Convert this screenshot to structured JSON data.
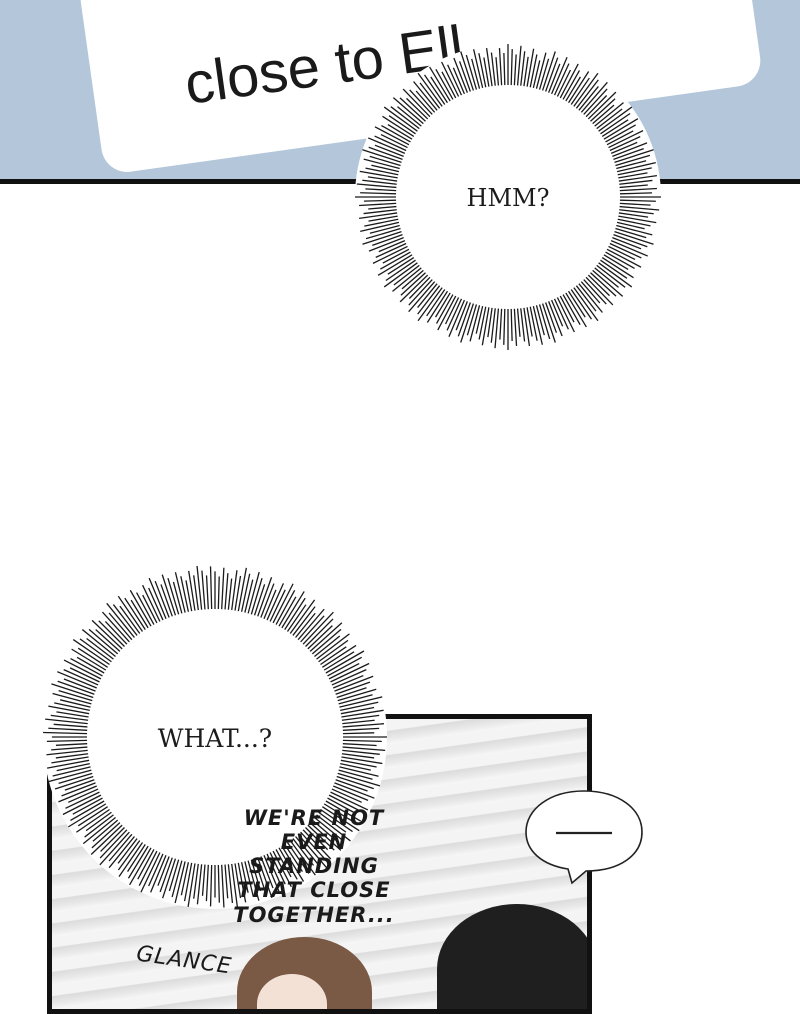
{
  "caption": {
    "text": "close to Ell"
  },
  "bubble_hmm": {
    "text": "HMM?"
  },
  "bubble_what": {
    "text": "WHAT...?"
  },
  "narration": {
    "lines": [
      "WE'RE NOT",
      "EVEN STANDING",
      "THAT CLOSE",
      "TOGETHER..."
    ]
  },
  "sfx": {
    "glance": "GLANCE"
  },
  "speech_bubble": {
    "text": "—"
  },
  "colors": {
    "sky": "#b3c6da",
    "border": "#111111"
  }
}
